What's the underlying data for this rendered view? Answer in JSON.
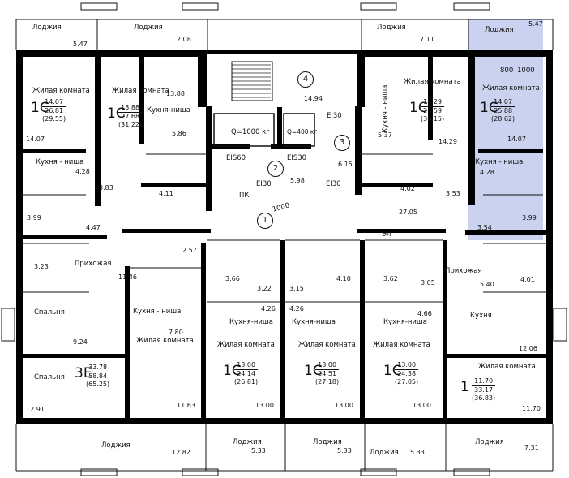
{
  "plan": {
    "highlight_color": "#cbd2ef",
    "labels": {
      "loggia": "Лоджия",
      "living": "Жилая комната",
      "kitchen_niche": "Кухня - ниша",
      "kitchen_niche2": "Кухня-ниша",
      "kitchen_niche_vert": "Кухня - ниша",
      "hall": "Прихожая",
      "bedroom": "Спальня",
      "kitchen": "Кухня",
      "pk": "ПК",
      "el": "Эл"
    },
    "fire": {
      "ei30": "EI30",
      "ei60": "EIS60",
      "eis30": "EIS30"
    },
    "lifts": {
      "big": "Q=1000 кг",
      "small": "Q=400 кг"
    },
    "dims": {
      "d1000": "1000",
      "d800": "800"
    },
    "circles": [
      "1",
      "2",
      "3",
      "4"
    ],
    "units": {
      "u1": {
        "k": "1С",
        "a": "14.07",
        "b": "26.81",
        "c": "(29.55)"
      },
      "u2": {
        "k": "1С",
        "a": "13.88",
        "b": "27.68",
        "c": "(31.22)"
      },
      "u3": {
        "k": "1С",
        "a": "14.29",
        "b": "26.59",
        "c": "(30.15)"
      },
      "u4": {
        "k": "1С",
        "a": "14.07",
        "b": "25.88",
        "c": "(28.62)"
      },
      "u5": {
        "k": "3Е",
        "a": "33.78",
        "b": "58.84",
        "c": "(65.25)"
      },
      "u6": {
        "k": "1С",
        "a": "13.00",
        "b": "24.14",
        "c": "(26.81)"
      },
      "u7": {
        "k": "1С",
        "a": "13.00",
        "b": "24.51",
        "c": "(27.18)"
      },
      "u8": {
        "k": "1С",
        "a": "13.00",
        "b": "24.38",
        "c": "(27.05)"
      },
      "u9": {
        "k": "1",
        "a": "11.70",
        "b": "33.17",
        "c": "(36.83)"
      }
    },
    "areas": {
      "a547a": "5.47",
      "a208": "2.08",
      "a711": "7.11",
      "a547b": "5.47",
      "a1407a": "14.07",
      "a1388": "13.88",
      "a1494": "14.94",
      "a1429a": "14.29",
      "a1407b": "14.07",
      "a586": "5.86",
      "a537": "5.37",
      "a1407c": "14.07",
      "a1429b": "14.29",
      "a428a": "4.28",
      "a615": "6.15",
      "a428b": "4.28",
      "a383": "3.83",
      "a411": "4.11",
      "a598": "5.98",
      "a402": "4.02",
      "a353": "3.53",
      "a399a": "3.99",
      "a447": "4.47",
      "a2705": "27.05",
      "a354": "3.54",
      "a399b": "3.99",
      "a257": "2.57",
      "a323": "3.23",
      "a1146": "11.46",
      "a366": "3.66",
      "a322": "3.22",
      "a315": "3.15",
      "a410": "4.10",
      "a362": "3.62",
      "a305": "3.05",
      "a540": "5.40",
      "a401": "4.01",
      "a426a": "4.26",
      "a426b": "4.26",
      "a466": "4.66",
      "a780": "7.80",
      "a924": "9.24",
      "a1206": "12.06",
      "a1163": "11.63",
      "a1300a": "13.00",
      "a1300b": "13.00",
      "a1300c": "13.00",
      "a1291": "12.91",
      "a1170": "11.70",
      "a1282": "12.82",
      "a533a": "5.33",
      "a533b": "5.33",
      "a533c": "5.33",
      "a731": "7.31"
    }
  }
}
